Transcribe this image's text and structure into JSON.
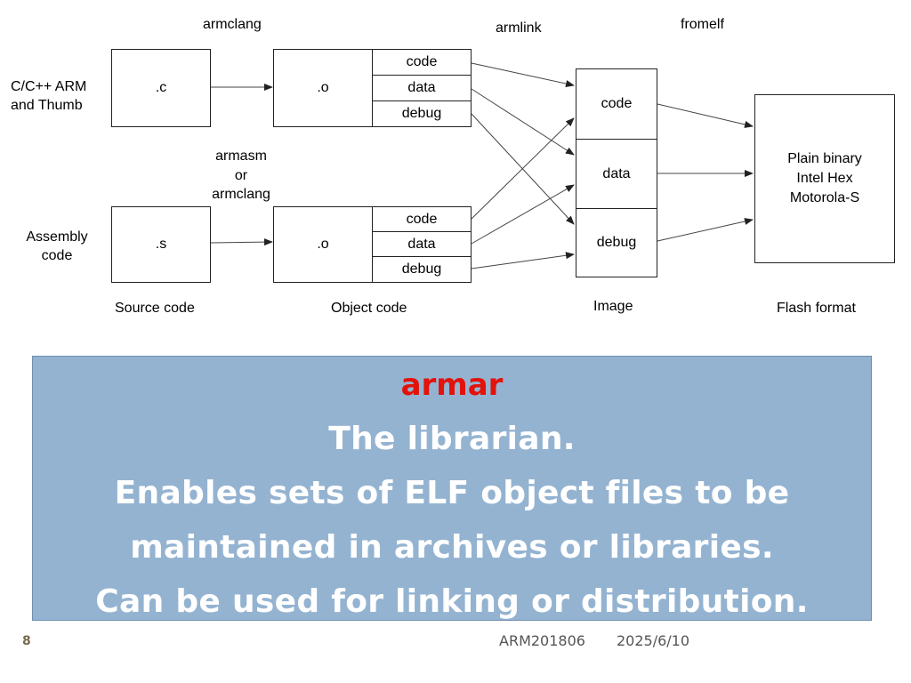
{
  "tools": {
    "armclang": "armclang",
    "armlink": "armlink",
    "fromelf": "fromelf",
    "armasm_lines": [
      "armasm",
      "or",
      "armclang"
    ]
  },
  "inputs": {
    "c_lines": [
      "C/C++ ARM",
      "and Thumb"
    ],
    "asm_lines": [
      "Assembly",
      "code"
    ]
  },
  "source_files": {
    "c": ".c",
    "s": ".s"
  },
  "object_files": {
    "top_label": ".o",
    "bottom_label": ".o",
    "sections": [
      "code",
      "data",
      "debug"
    ]
  },
  "image_sections": [
    "code",
    "data",
    "debug"
  ],
  "flash_formats": [
    "Plain binary",
    "Intel Hex",
    "Motorola-S"
  ],
  "stage_labels": {
    "source": "Source code",
    "object": "Object code",
    "image": "Image",
    "flash": "Flash format"
  },
  "callout": {
    "keyword": "armar",
    "lines": [
      "The librarian.",
      "Enables sets of ELF object files to be",
      "maintained in archives or libraries.",
      "Can be used for linking or distribution."
    ],
    "keyword_color": "#e3120b",
    "background_color": "#94b3d1"
  },
  "footer": {
    "page_number": "8",
    "course_code": "ARM201806",
    "date": "2025/6/10"
  }
}
